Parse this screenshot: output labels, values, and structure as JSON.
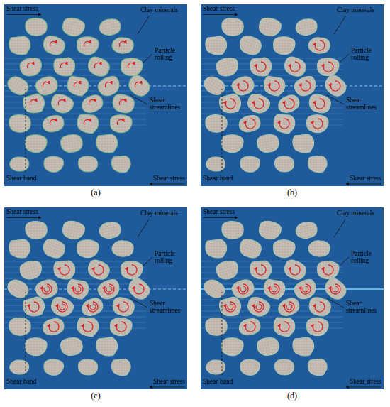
{
  "diagram": {
    "labels": [
      "Shear stress",
      "Clay minerals",
      "Particle rolling",
      "Shear streamlines",
      "Shear band",
      "Shear stress",
      "(a)",
      "Shear stress",
      "Clay minerals",
      "Particle rolling",
      "Shear streamlines",
      "Shear band",
      "Shear stress",
      "(b)",
      "Shear stress",
      "Clay minerals",
      "Particle rolling",
      "Shear streamlines",
      "Shear band",
      "Shear stress",
      "(c)",
      "Shear stress",
      "Clay minerals",
      "Particle rolling",
      "Shear streamlines",
      "Shear band",
      "Shear stress",
      "(d)"
    ]
  }
}
